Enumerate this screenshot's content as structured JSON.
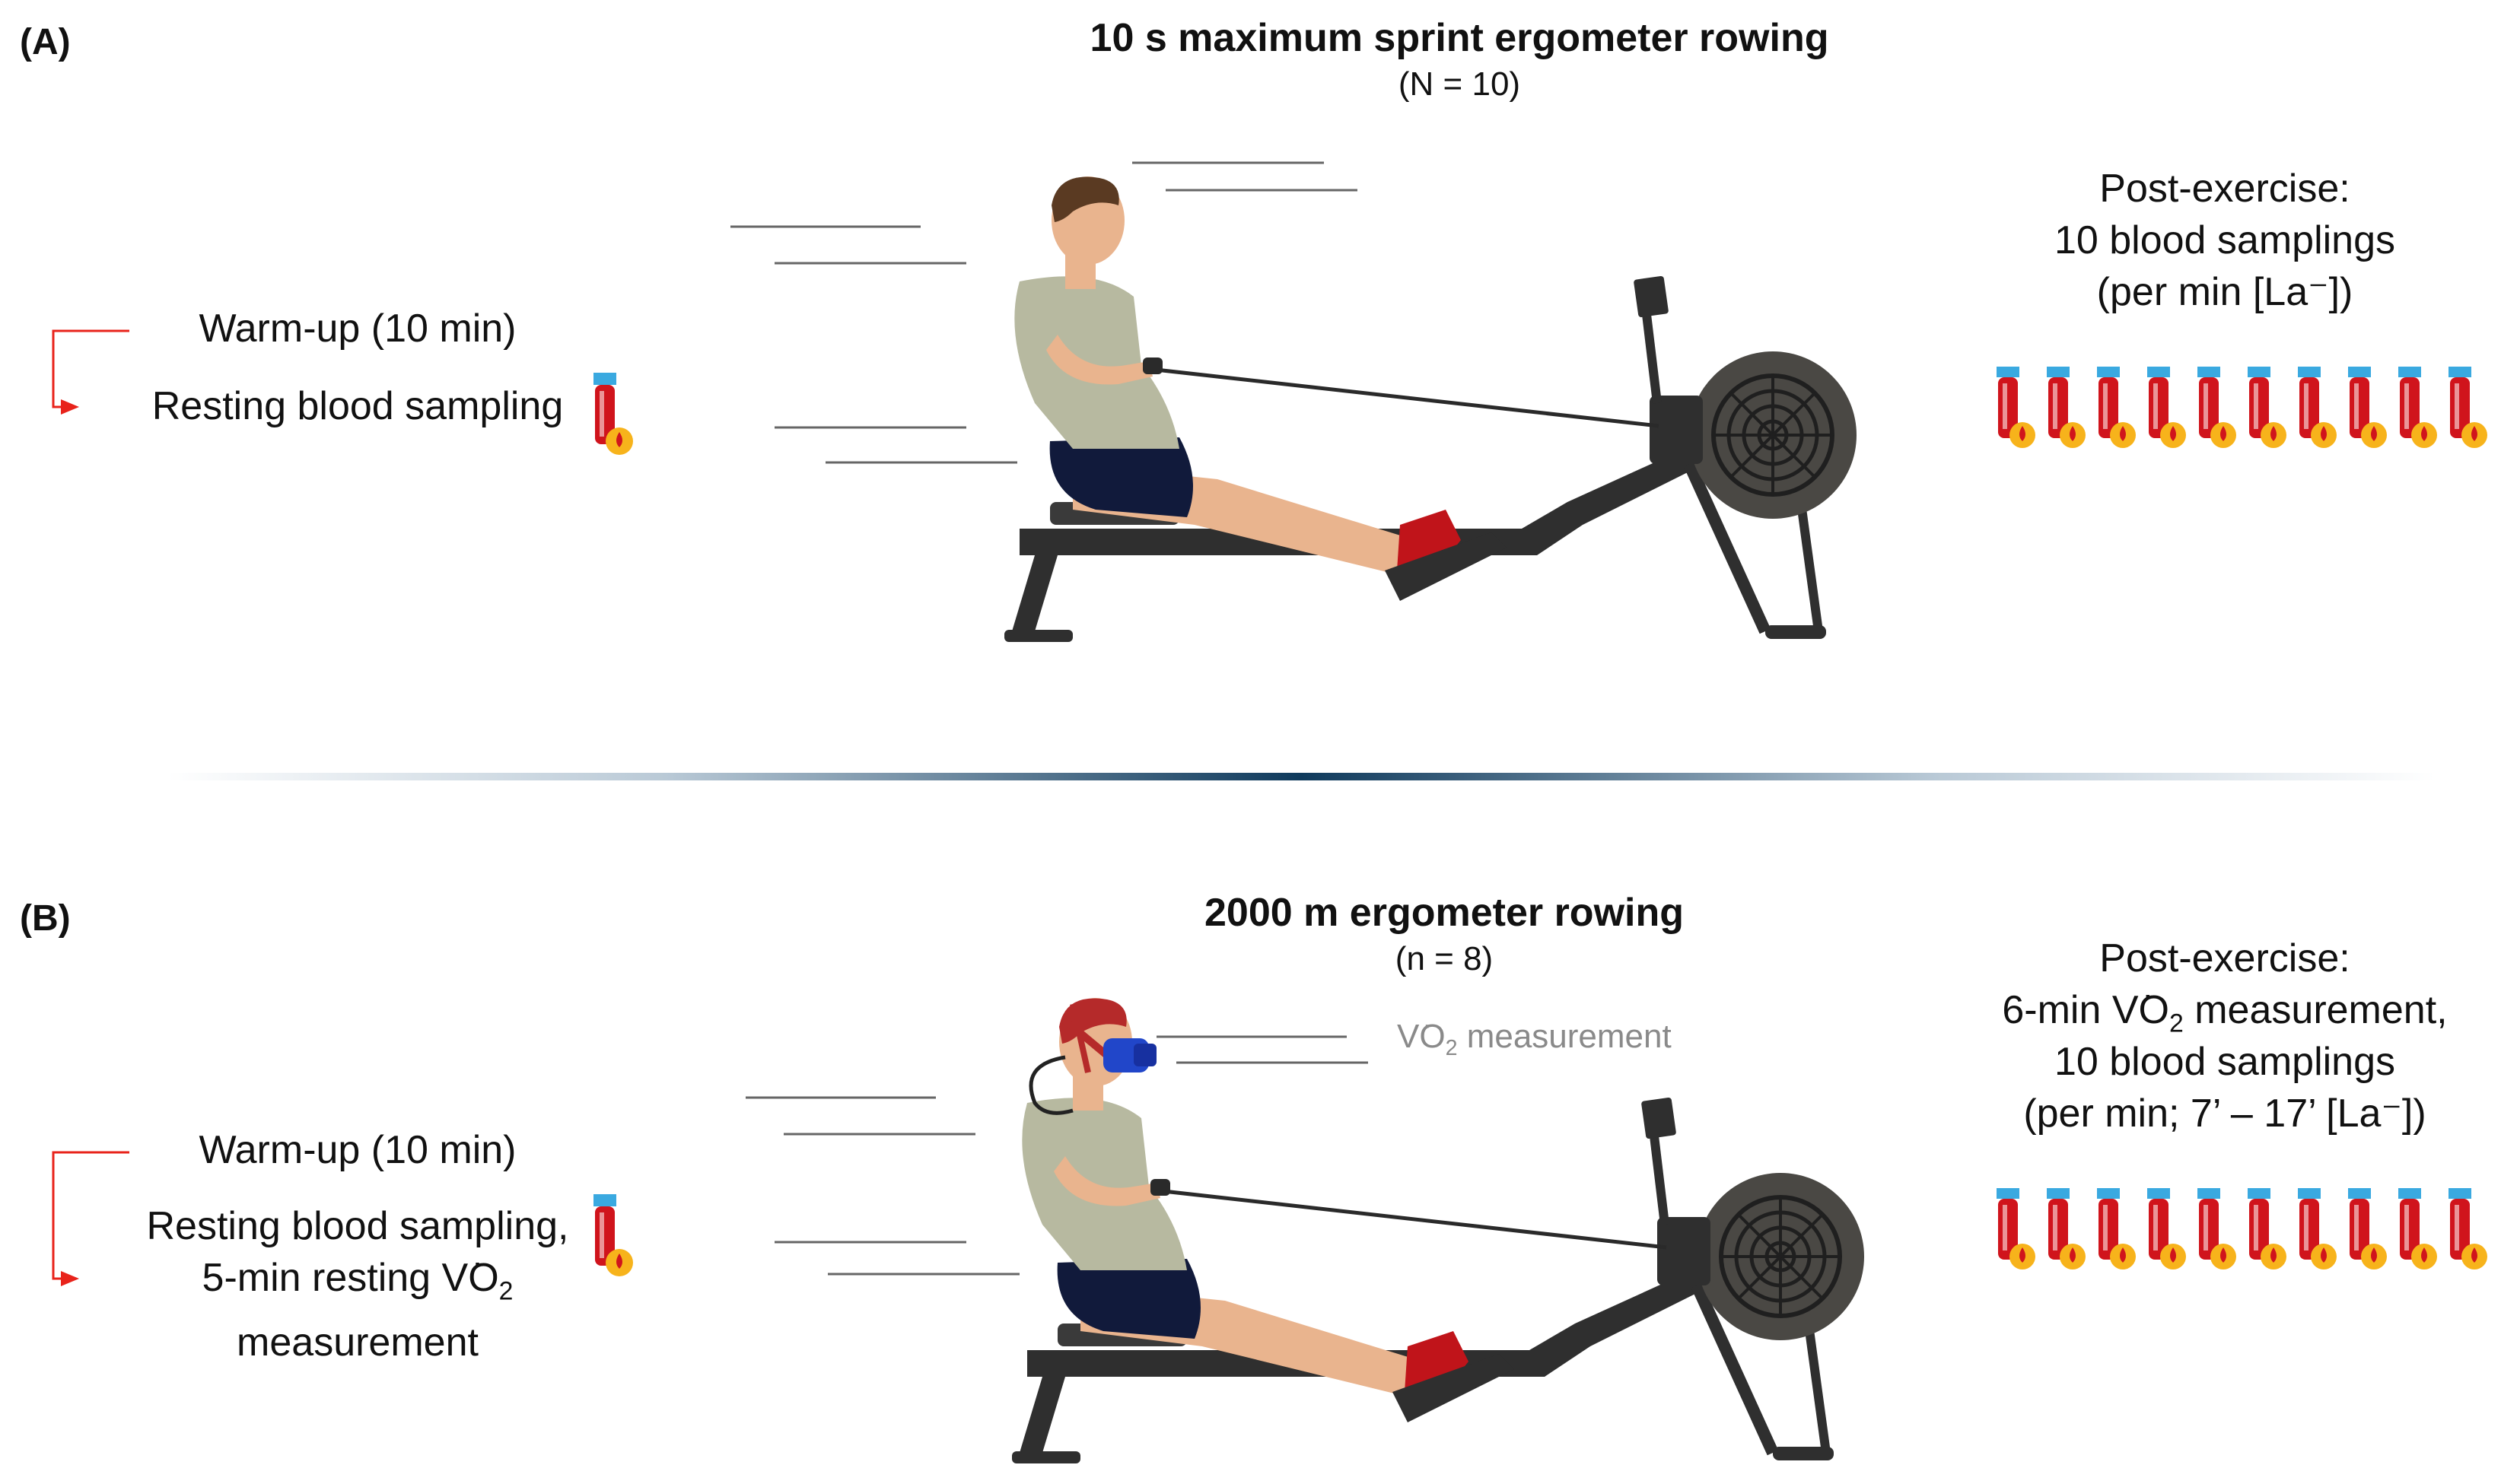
{
  "panels": [
    {
      "label": "(A)",
      "title": "10 s maximum sprint ergometer rowing",
      "subtitle": "(N = 10)",
      "warmup": "Warm-up (10 min)",
      "resting": "Resting blood sampling",
      "post_lines": [
        "Post-exercise:",
        "10 blood samplings",
        "(per min [La⁻])"
      ],
      "tube_count": 10
    },
    {
      "label": "(B)",
      "title": "2000 m ergometer rowing",
      "subtitle": "(n = 8)",
      "warmup": "Warm-up (10 min)",
      "resting_line1": "Resting blood sampling,",
      "resting_line2_pre": "5-min resting ",
      "resting_line3": "measurement",
      "vo2_label": "VO",
      "vo2_sub": "2",
      "vo2_measurement_label": " measurement",
      "post_line1": "Post-exercise:",
      "post_line2_pre": "6-min ",
      "post_line2_post": " measurement,",
      "post_line3": "10 blood samplings",
      "post_line4": "(per min; 7’ – 17’ [La⁻])",
      "tube_count": 10
    }
  ],
  "colors": {
    "arrow": "#e8231b",
    "tube_cap": "#3aa9e0",
    "tube_body": "#d0141c",
    "drop_circle": "#f7b31b",
    "erg_frame": "#2f2f2f",
    "flywheel": "#3d3d3d",
    "shirt": "#b7b9a0",
    "shorts": "#111a3b",
    "skin": "#e9b48e",
    "hair": "#5a3a22",
    "shoe": "#c0141a",
    "mask": "#2146c9"
  },
  "icons": [
    "blood-tube-icon",
    "red-arrow-icon",
    "rowing-ergometer-illustration",
    "oxygen-mask-icon"
  ]
}
